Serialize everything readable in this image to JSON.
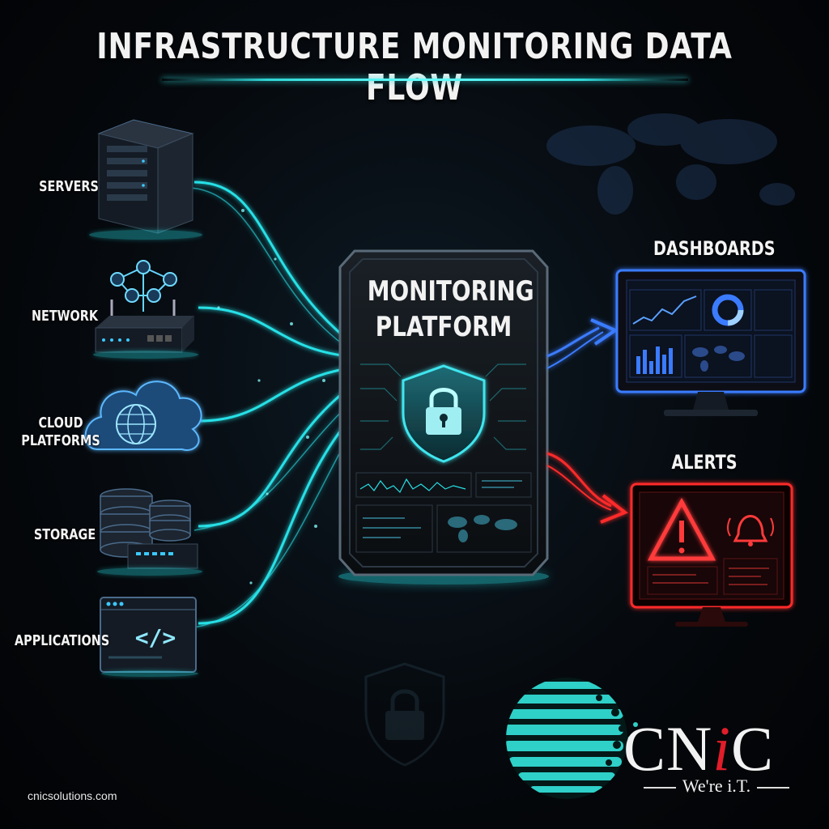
{
  "title": "INFRASTRUCTURE MONITORING DATA FLOW",
  "sources": [
    {
      "label": "SERVERS",
      "icon": "server-rack-icon"
    },
    {
      "label": "NETWORK",
      "icon": "network-router-icon"
    },
    {
      "label_lines": [
        "CLOUD",
        "PLATFORMS"
      ],
      "icon": "cloud-globe-icon"
    },
    {
      "label": "STORAGE",
      "icon": "database-storage-icon"
    },
    {
      "label": "APPLICATIONS",
      "icon": "code-window-icon"
    }
  ],
  "platform": {
    "title_lines": [
      "MONITORING",
      "PLATFORM"
    ],
    "icon": "shield-lock-icon"
  },
  "outputs": [
    {
      "label": "DASHBOARDS",
      "icon": "dashboard-monitor-icon",
      "color": "#3b7bff"
    },
    {
      "label": "ALERTS",
      "icon": "alert-monitor-icon",
      "color": "#ff2a2a"
    }
  ],
  "colors": {
    "flow": "#27e0e6",
    "dashboard_flow": "#3b7bff",
    "alert_flow": "#ff2a2a",
    "background": "#05080c"
  },
  "website": "cnicsolutions.com",
  "logo": {
    "text_before": "CN",
    "text_accent": "i",
    "text_after": "C",
    "tagline": "We're i.T."
  }
}
